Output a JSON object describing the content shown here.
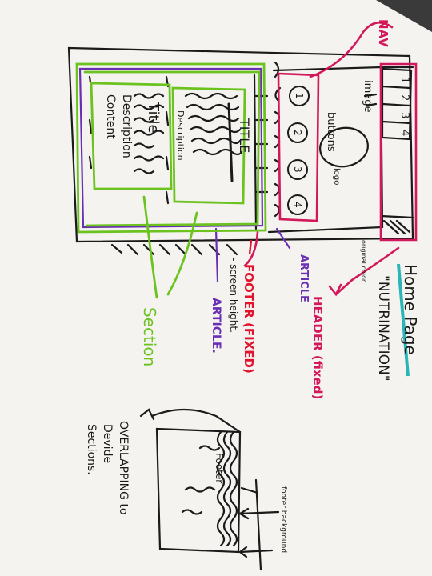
{
  "colors": {
    "ink": "#1a1a1a",
    "header": "#d2185a",
    "article": "#6b2fb3",
    "section": "#6cc21f",
    "footer": "#e2132c",
    "teal": "#2bb5b8",
    "paper": "#f4f3ef"
  },
  "labels": {
    "nav": "NAV",
    "image": "image",
    "buttons": "buttons",
    "logo": "logo",
    "n1": "1",
    "n2": "2",
    "n3": "3",
    "n4": "4",
    "b1": "1",
    "b2": "2",
    "b3": "3",
    "b4": "4",
    "title_left": "Title",
    "desc_left_1": "Description",
    "desc_left_2": "Content",
    "title_right": "TITLE",
    "desc_right": "Description",
    "article_inner": "ARTICLE",
    "header_fixed": "HEADER (fixed)",
    "footer_fixed": "FOOTER (FIXED)",
    "screen_height": "- screen height.",
    "article_outer": "ARTICLE.",
    "section": "Section",
    "home_page": "Home Page",
    "nutrination": "\"NUTRINATION\"",
    "original_color": "original color.",
    "overlapping_1": "OVERLAPPING to",
    "overlapping_2": "Devide",
    "overlapping_3": "Sections.",
    "footer_small": "Footer",
    "footer_bg": "footer background"
  }
}
